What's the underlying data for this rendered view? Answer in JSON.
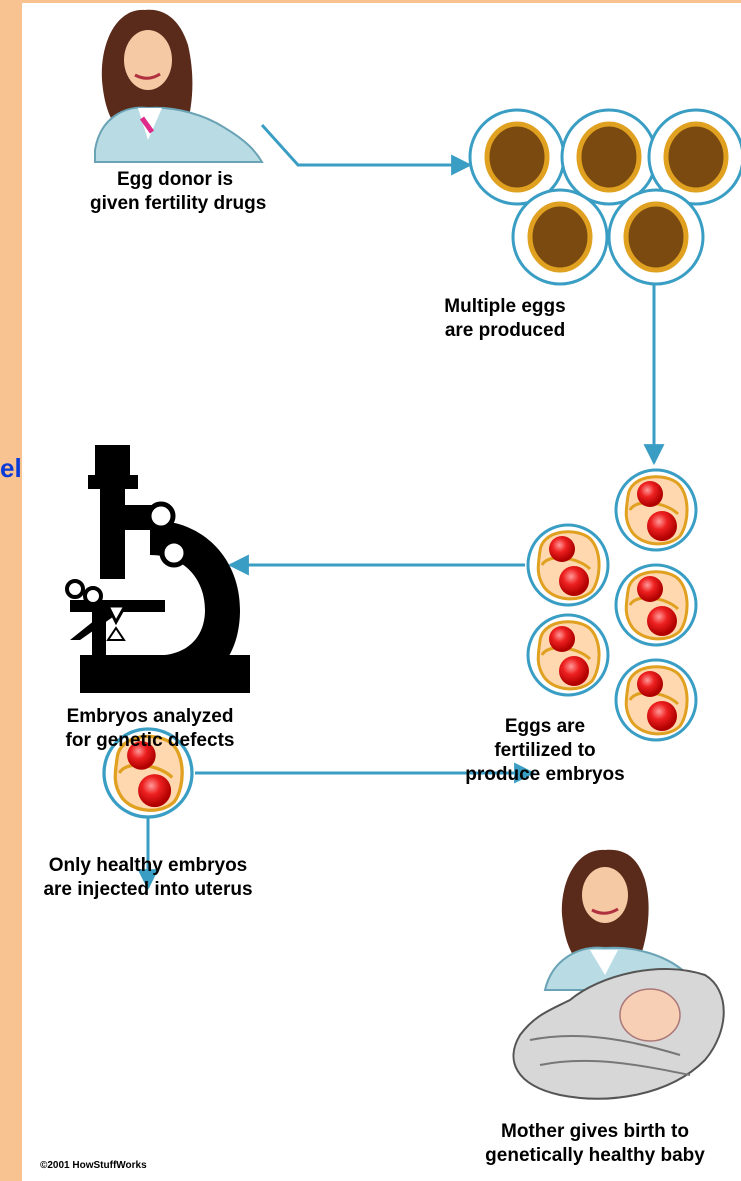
{
  "sidebar": {
    "link_fragment": "el"
  },
  "steps": {
    "donor": {
      "line1": "Egg donor is",
      "line2": "given fertility drugs"
    },
    "eggs": {
      "line1": "Multiple eggs",
      "line2": "are produced"
    },
    "fertilized": {
      "line1": "Eggs are",
      "line2": "fertilized to",
      "line3": "produce embryos"
    },
    "analyzed": {
      "line1": "Embryos analyzed",
      "line2": "for genetic defects"
    },
    "injected": {
      "line1": "Only healthy embryos",
      "line2": "are injected into uterus"
    },
    "birth": {
      "line1": "Mother gives birth to",
      "line2": "genetically healthy baby"
    }
  },
  "copyright": "©2001 HowStuffWorks",
  "colors": {
    "sidebar": "#f9c391",
    "arrow": "#3a9ec4",
    "egg_yolk": "#7a4a10",
    "egg_ring": "#e0a020",
    "embryo_red": "#e01010",
    "link": "#0a3bd8"
  }
}
